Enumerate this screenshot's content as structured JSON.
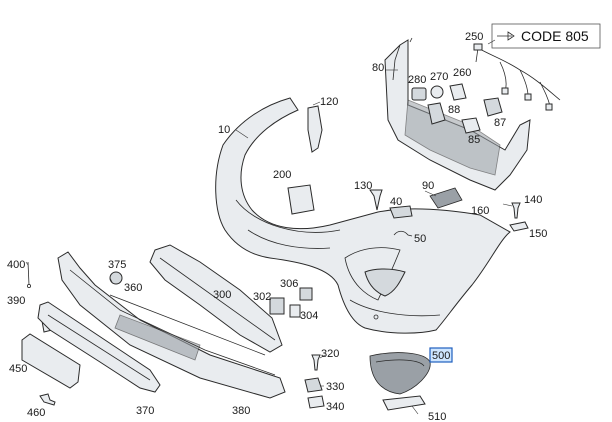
{
  "code_box": {
    "text": "CODE 805"
  },
  "callouts": {
    "c10": "10",
    "c80": "80",
    "c120": "120",
    "c250": "250",
    "c280": "280",
    "c270": "270",
    "c260": "260",
    "c88": "88",
    "c87": "87",
    "c85": "85",
    "c90": "90",
    "c200": "200",
    "c130": "130",
    "c40": "40",
    "c50": "50",
    "c140": "140",
    "c160": "160",
    "c150": "150",
    "c400": "400",
    "c375": "375",
    "c360": "360",
    "c300": "300",
    "c302": "302",
    "c306": "306",
    "c304": "304",
    "c390": "390",
    "c450": "450",
    "c460": "460",
    "c370": "370",
    "c380": "380",
    "c320": "320",
    "c330": "330",
    "c340": "340",
    "c500": "500",
    "c510": "510"
  },
  "colors": {
    "highlight_fill": "#cfe6ff",
    "highlight_stroke": "#1f5fbf"
  }
}
